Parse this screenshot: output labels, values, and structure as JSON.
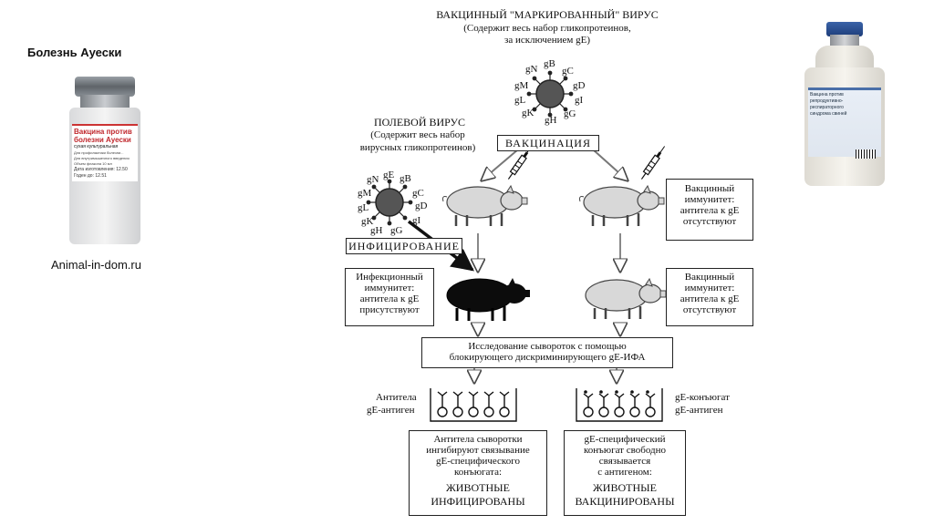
{
  "left_panel": {
    "title": "Болезнь Ауески",
    "credit": "Animal-in-dom.ru",
    "vial_label": {
      "name_line1": "Вакцина против",
      "name_line2": "болезни Ауески",
      "form": "сухая культуральная",
      "small_lines": [
        "Для профилактики болезни...",
        "Для внутримышечного введения",
        "Объем флакона 10 мл",
        "Дата изготовления: 12.50",
        "Годен до: 12.51"
      ]
    }
  },
  "right_vial": {
    "label_lines": [
      "Вакцина против",
      "репродуктивно-",
      "респираторного",
      "синдрома свиней"
    ]
  },
  "diagram": {
    "title": "ВАКЦИННЫЙ \"МАРКИРОВАННЫЙ\" ВИРУС",
    "title_sub1": "(Содержит весь набор гликопротеинов,",
    "title_sub2": "за исключением gE)",
    "vaccine_virus_labels": [
      "gN",
      "gB",
      "gC",
      "gM",
      "gD",
      "gL",
      "gI",
      "gK",
      "gH",
      "gG"
    ],
    "field_virus_title": "ПОЛЕВОЙ ВИРУС",
    "field_virus_sub1": "(Содержит весь набор",
    "field_virus_sub2": "вирусных гликопротеинов)",
    "field_virus_labels": [
      "gN",
      "gE",
      "gB",
      "gM",
      "gC",
      "gL",
      "gD",
      "gK",
      "gI",
      "gH",
      "gG"
    ],
    "vaccination": "ВАКЦИНАЦИЯ",
    "infection": "ИНФИЦИРОВАНИЕ",
    "vaccine_immunity_top": [
      "Вакцинный",
      "иммунитет:",
      "антитела к gE",
      "отсутствуют"
    ],
    "infection_immunity": [
      "Инфекционный",
      "иммунитет:",
      "антитела к gE",
      "присутствуют"
    ],
    "vaccine_immunity_mid": [
      "Вакцинный",
      "иммунитет:",
      "антитела к gE",
      "отсутствуют"
    ],
    "serum_test": [
      "Исследование сывороток с помощью",
      "блокирующего дискриминирующего gE-ИФА"
    ],
    "left_well_labels": [
      "Антитела",
      "gE-антиген"
    ],
    "right_well_labels": [
      "gE-конъюгат",
      "gE-антиген"
    ],
    "result_left": [
      "Антитела сыворотки",
      "ингибируют связывание",
      "gE-специфического",
      "конъюгата:",
      "ЖИВОТНЫЕ",
      "ИНФИЦИРОВАНЫ"
    ],
    "result_right": [
      "gE-специфический",
      "конъюгат свободно",
      "связывается",
      "с антигеном:",
      "ЖИВОТНЫЕ",
      "ВАКЦИНИРОВАНЫ"
    ]
  }
}
